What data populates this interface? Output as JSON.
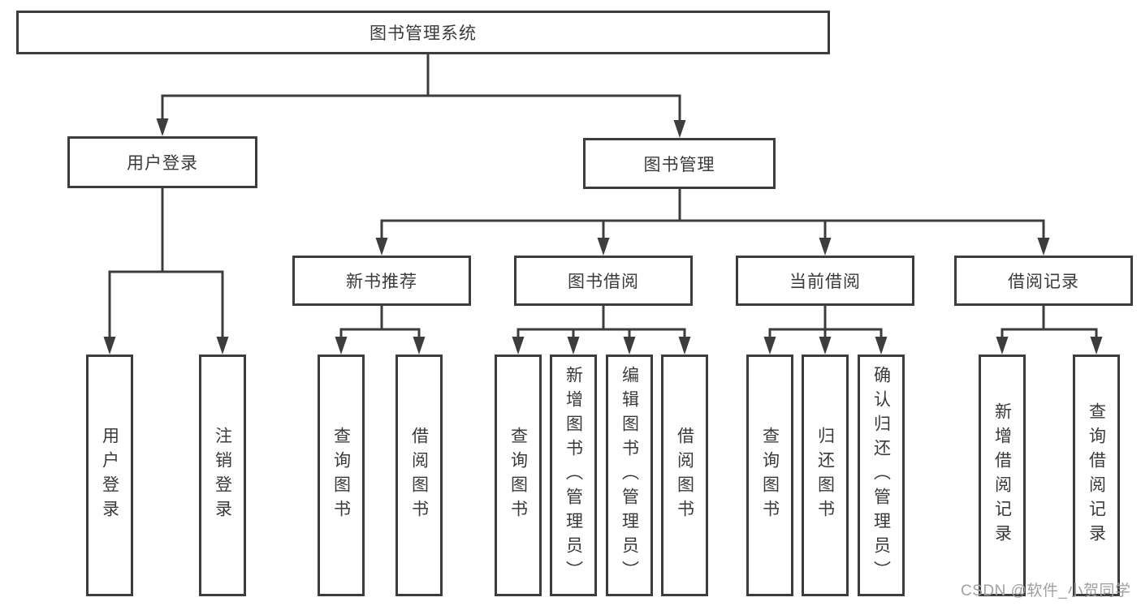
{
  "tree": {
    "label": "图书管理系统",
    "children": [
      {
        "label": "用户登录",
        "children": [
          {
            "label": "用户登录"
          },
          {
            "label": "注销登录"
          }
        ]
      },
      {
        "label": "图书管理",
        "children": [
          {
            "label": "新书推荐",
            "children": [
              {
                "label": "查询图书"
              },
              {
                "label": "借阅图书"
              }
            ]
          },
          {
            "label": "图书借阅",
            "children": [
              {
                "label": "查询图书"
              },
              {
                "label": "新增图书（管理员）"
              },
              {
                "label": "编辑图书（管理员）"
              },
              {
                "label": "借阅图书"
              }
            ]
          },
          {
            "label": "当前借阅",
            "children": [
              {
                "label": "查询图书"
              },
              {
                "label": "归还图书"
              },
              {
                "label": "确认归还（管理员）"
              }
            ]
          },
          {
            "label": "借阅记录",
            "children": [
              {
                "label": "新增借阅记录"
              },
              {
                "label": "查询借阅记录"
              }
            ]
          }
        ]
      }
    ]
  },
  "watermark": {
    "text": "CSDN @软件_小贺同学"
  },
  "colors": {
    "line_and_border": "#3d3d3d",
    "text": "#3a3a3a",
    "watermark": "#a0a0a0",
    "background": "#ffffff"
  }
}
